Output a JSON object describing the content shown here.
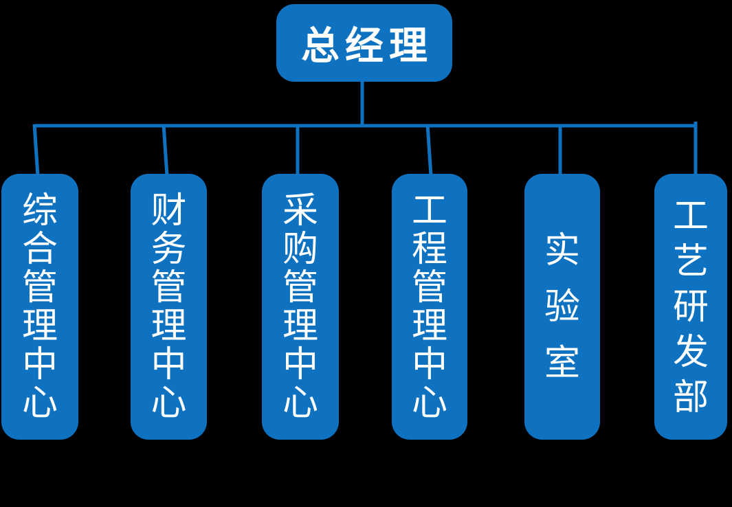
{
  "org_chart": {
    "title": "organization-chart",
    "root": {
      "label": "总经理"
    },
    "children": [
      {
        "label": "综合管理中心"
      },
      {
        "label": "财务管理中心"
      },
      {
        "label": "采购管理中心"
      },
      {
        "label": "工程管理中心"
      },
      {
        "label": "实验室"
      },
      {
        "label": "工艺研发部"
      }
    ],
    "colors": {
      "node_fill": "#0e72c0",
      "node_text": "#ffffff",
      "connector": "#0e72c0",
      "background": "#000000"
    }
  }
}
